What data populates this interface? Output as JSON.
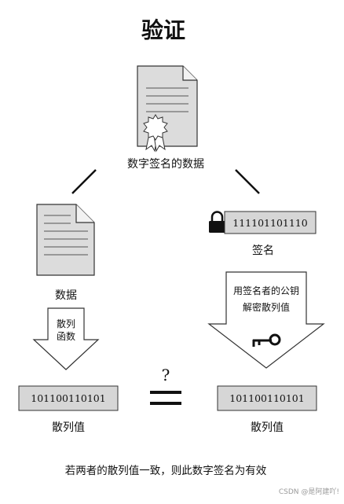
{
  "title": "验证",
  "signed_document": {
    "label": "数字签名的数据"
  },
  "data_branch": {
    "label": "数据",
    "hash_function_label_line1": "散列",
    "hash_function_label_line2": "函数",
    "hash_value": "101100110101",
    "hash_value_label": "散列值"
  },
  "signature_branch": {
    "signature_bits": "111101101110",
    "signature_label": "签名",
    "decrypt_label_line1": "用签名者的公钥",
    "decrypt_label_line2": "解密散列值",
    "hash_value": "101100110101",
    "hash_value_label": "散列值"
  },
  "comparison": {
    "question_mark": "?"
  },
  "conclusion": "若两者的散列值一致，则此数字签名为有效",
  "watermark": "CSDN @是阿建吖!"
}
